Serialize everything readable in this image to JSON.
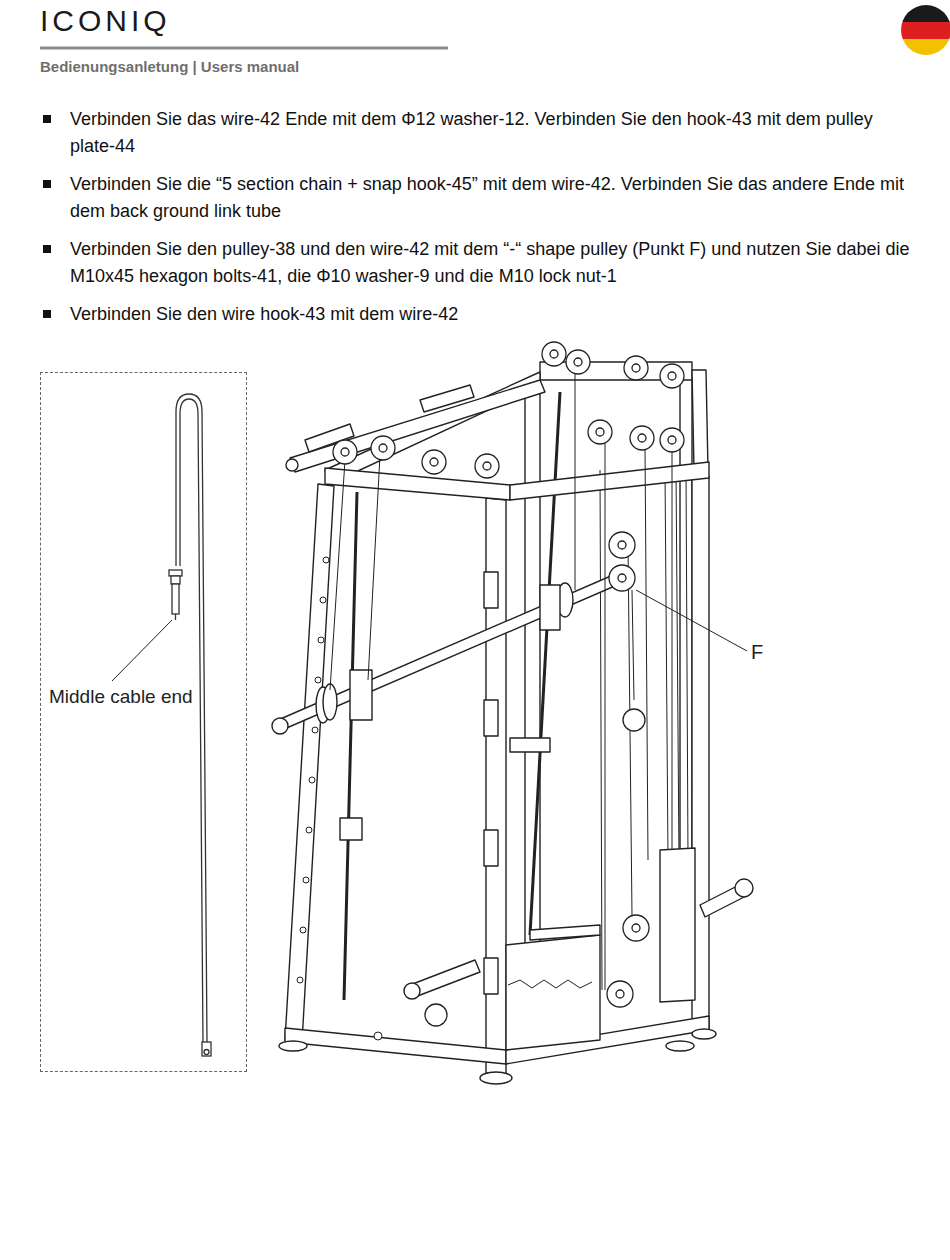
{
  "diagram": {
    "title": "ICONIQ",
    "nodes": [
      {
        "text": [
          "Middle cable end"
        ]
      }
    ],
    "labels": [
      "Bedienungsanletung | Users manual",
      "Verbinden Sie das wire-42 Ende mit dem Φ12 washer-12. Verbinden Sie den hook-43 mit dem pulley plate-44",
      "Verbinden Sie die “5 section chain + snap hook-45” mit dem wire-42. Verbinden Sie das andere Ende mit dem back ground link tube",
      "Verbinden Sie den pulley-38 und den wire-42 mit dem “-“ shape pulley (Punkt F) und nutzen Sie dabei die M10x45 hexagon bolts-41, die Φ10 washer-9 und die M10 lock nut-1",
      "Verbinden Sie den wire hook-43 mit dem wire-42",
      "F"
    ]
  }
}
